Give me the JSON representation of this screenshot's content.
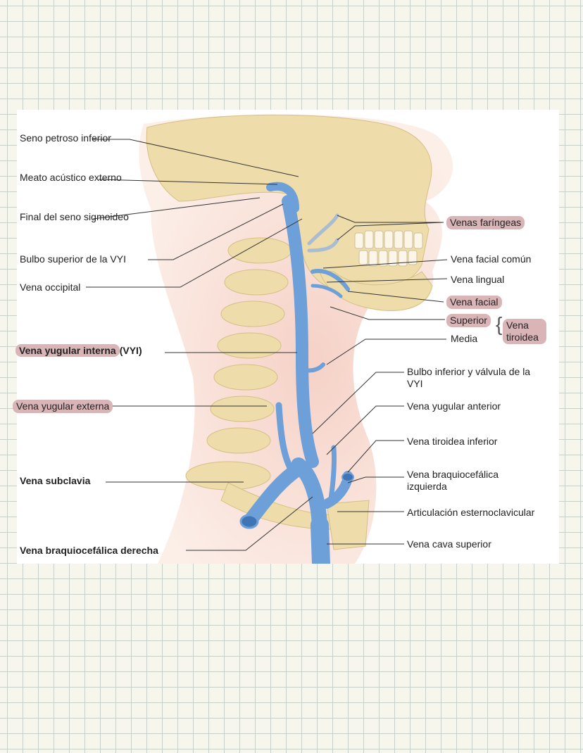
{
  "labels": {
    "seno_petroso": "Seno petroso inferior",
    "meato_acustico": "Meato acústico externo",
    "final_seno": "Final del seno sigmoideo",
    "bulbo_superior": "Bulbo superior de la VYI",
    "vena_occipital": "Vena occipital",
    "vena_yugular_interna": "Vena yugular interna",
    "vyi_abbr": "(VYI)",
    "vena_yugular_externa": "Vena yugular externa",
    "vena_subclavia": "Vena subclavia",
    "vena_braquiocefalica_derecha": "Vena braquiocefálica derecha",
    "venas_faringeas": "Venas faríngeas",
    "vena_facial_comun": "Vena facial común",
    "vena_lingual": "Vena lingual",
    "vena_facial": "Vena facial",
    "superior": "Superior",
    "media": "Media",
    "vena_tiroidea": "Vena tiroidea",
    "bulbo_inferior": "Bulbo inferior y válvula de la VYI",
    "vena_yugular_anterior": "Vena yugular anterior",
    "vena_tiroidea_inferior": "Vena tiroidea inferior",
    "vena_braquiocefalica_izquierda": "Vena braquiocefálica izquierda",
    "articulacion": "Articulación esternoclavicular",
    "vena_cava_superior": "Vena cava superior"
  },
  "colors": {
    "vein": "#6d9fd8",
    "vein_dark": "#3f74b5",
    "bone": "#eedcaa",
    "skin": "#f6dccf",
    "highlight": "#d9b5b8"
  }
}
